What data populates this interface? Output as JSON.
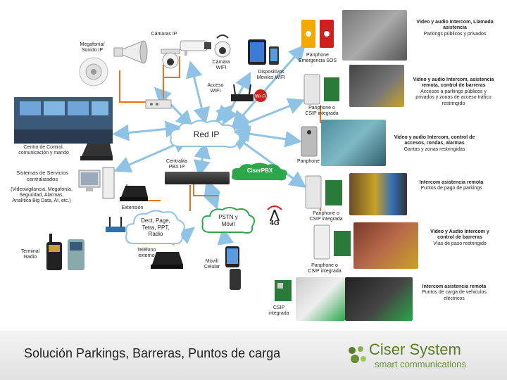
{
  "network": {
    "red_ip": "Red IP",
    "pstn": "PSTN y\nMóvil",
    "dect": "Dect, Page,\nTetra, PPT,\nRadio",
    "ciserpbx": "CiserPBX",
    "centralita": "Centralita\nPBX IP"
  },
  "devices": {
    "megafonia": "Megafonía/\nSonido IP",
    "camaras": "Cámaras IP",
    "camara_wifi": "Cámara\nWIFI",
    "dispositivos": "Dispositivos\nMoviles WIFI",
    "acceso_wifi": "Acceso\nWIFI",
    "centro_control": "Centro de Control,\ncomunicación y mando",
    "sistemas_title": "Sistemas de Servicios\ncentralizados",
    "sistemas_detail": "(Videovigilancia, Megafonía,\nSeguridad, Alarmas,\nAnalítica Big Data, AI, etc.)",
    "extension": "Extensión",
    "telefono_externo": "Teléfono\nexterno",
    "terminal_radio": "Terminal\nRadio",
    "movil_celular": "Móvil/\nCelular"
  },
  "right_panel": [
    {
      "device": "Panphone\nEmergencia SOS",
      "title": "Video y audio Intercom, Llamada\nasistencia",
      "detail": "Parkings públicos y privados"
    },
    {
      "device": "Panphone o\nCSIP integrada",
      "title": "Video y audio Intercom, asistencia\nremota, control de barreras",
      "detail": "Accesos a parkings públicos y\nprivados y zonas de acceso tráfico\nrestringido"
    },
    {
      "device": "Panphone",
      "title": "Video y audio Intercom, control de\naccesos, rondas, alarmas",
      "detail": "Garitas y zonas restringidas"
    },
    {
      "device": "Panphone o\nCSIP integrada",
      "title": "Intercom asistencia remota",
      "detail": "Puntos de pago de parkings"
    },
    {
      "device": "Panphone o\nCSIP integrada",
      "title": "Video y Audio Intercom y\ncontrol de barreras",
      "detail": "Vías de paso restringido"
    },
    {
      "device": "CSIP\nintegrada",
      "title": "Intercom  asistencia remota",
      "detail": "Puntos de carga de vehiculos\neléctricos"
    }
  ],
  "footer": {
    "title": "Solución Parkings, Barreras, Puntos de carga",
    "logo_name": "Ciser System",
    "logo_sub": "smart communications"
  },
  "colors": {
    "arrow": "#8fc3e6",
    "orange_line": "#e8731a",
    "logo_green": "#5a7d2a",
    "red_text": "#d21e1e"
  }
}
